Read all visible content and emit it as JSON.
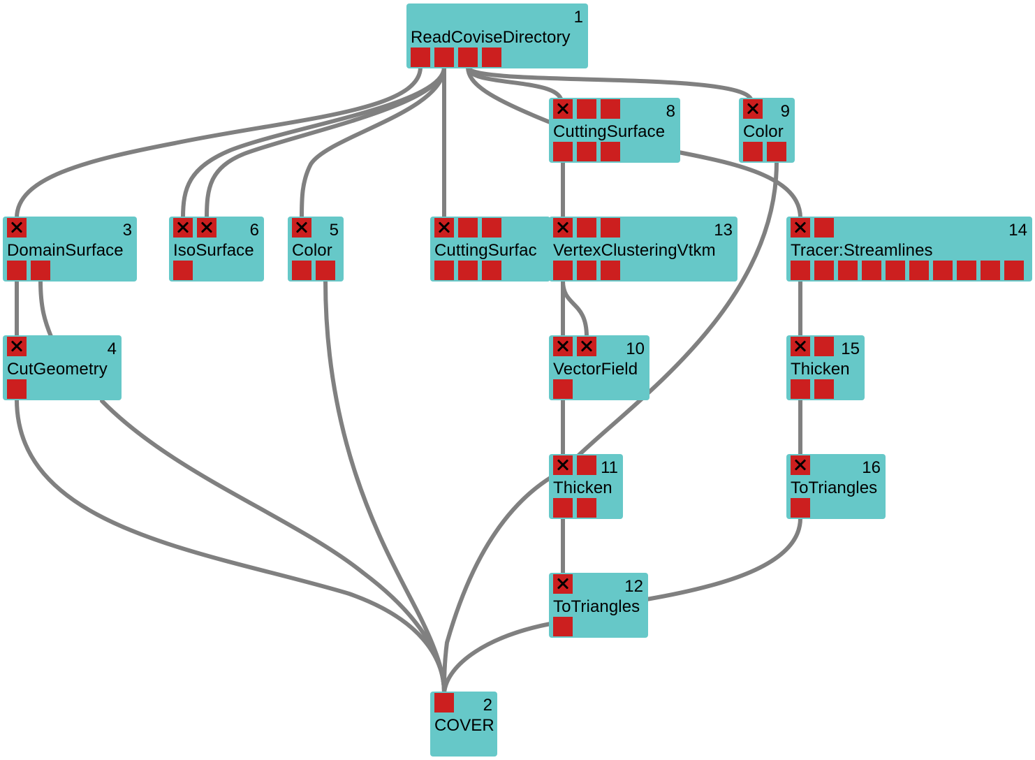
{
  "diagram": {
    "colors": {
      "module": "#66c8c8",
      "port": "#cc1f1f",
      "wire": "#808080",
      "text": "#000000"
    },
    "modules": [
      {
        "id": "m1",
        "num": "1",
        "name": "ReadCoviseDirectory"
      },
      {
        "id": "m8",
        "num": "8",
        "name": "CuttingSurface"
      },
      {
        "id": "m9",
        "num": "9",
        "name": "Color"
      },
      {
        "id": "m3",
        "num": "3",
        "name": "DomainSurface"
      },
      {
        "id": "m6",
        "num": "6",
        "name": "IsoSurface"
      },
      {
        "id": "m5",
        "num": "5",
        "name": "Color"
      },
      {
        "id": "m7",
        "num": "",
        "name": "CuttingSurfac"
      },
      {
        "id": "m13",
        "num": "13",
        "name": "VertexClusteringVtkm"
      },
      {
        "id": "m14",
        "num": "14",
        "name": "Tracer:Streamlines"
      },
      {
        "id": "m4",
        "num": "4",
        "name": "CutGeometry"
      },
      {
        "id": "m10",
        "num": "10",
        "name": "VectorField"
      },
      {
        "id": "m15",
        "num": "15",
        "name": "Thicken"
      },
      {
        "id": "m11",
        "num": "11",
        "name": "Thicken"
      },
      {
        "id": "m16",
        "num": "16",
        "name": "ToTriangles"
      },
      {
        "id": "m12",
        "num": "12",
        "name": "ToTriangles"
      },
      {
        "id": "m2",
        "num": "2",
        "name": "COVER"
      }
    ]
  }
}
